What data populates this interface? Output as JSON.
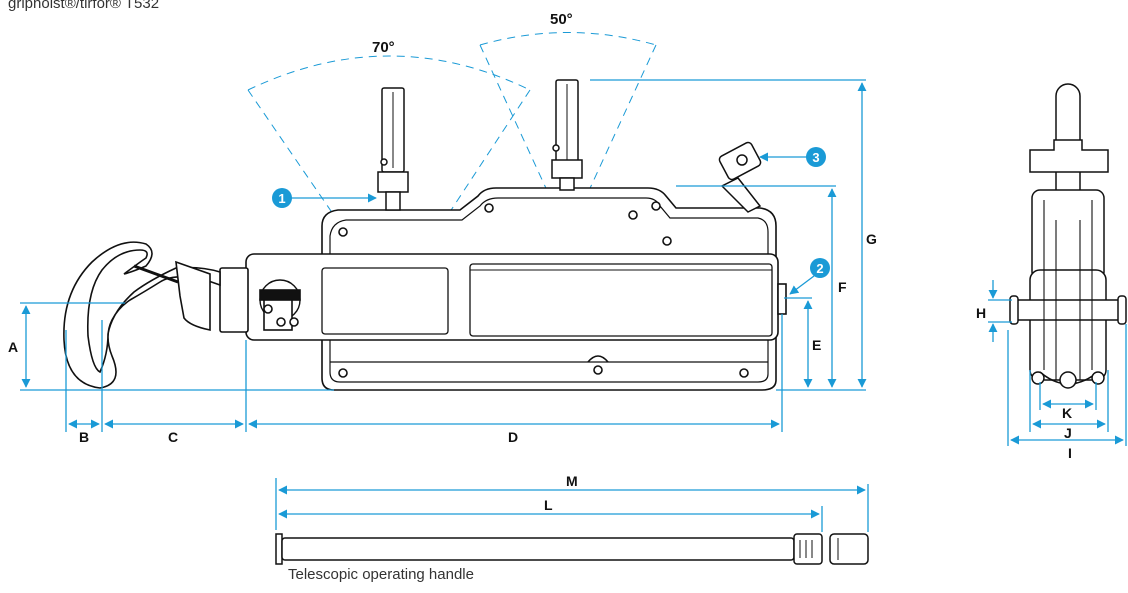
{
  "header": {
    "title": "griphoist®/tirfor® T532"
  },
  "caption": "Telescopic operating handle",
  "angles": {
    "left": "70°",
    "right": "50°"
  },
  "callouts": [
    "1",
    "2",
    "3"
  ],
  "dimensions": {
    "A": "A",
    "B": "B",
    "C": "C",
    "D": "D",
    "E": "E",
    "F": "F",
    "G": "G",
    "H": "H",
    "I": "I",
    "J": "J",
    "K": "K",
    "L": "L",
    "M": "M"
  },
  "colors": {
    "accent": "#1a9ad6",
    "line": "#111111",
    "badge": "#1a9ad6"
  }
}
